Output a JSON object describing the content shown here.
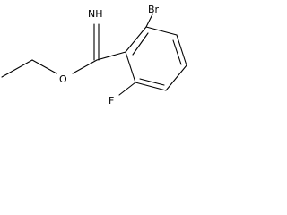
{
  "molecule": {
    "atoms": {
      "imine_n": "NH",
      "ester_o": "O",
      "bromine": "Br",
      "fluorine": "F"
    }
  },
  "colors": {
    "bond": "#000000",
    "label": "#000000",
    "background": "#ffffff"
  }
}
